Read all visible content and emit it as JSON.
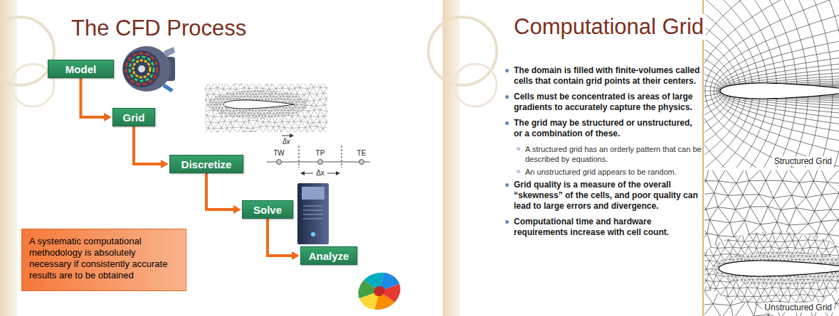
{
  "diagram": {
    "title": "The CFD Process",
    "nodes": [
      {
        "text": [
          "Model"
        ]
      },
      {
        "text": [
          "Grid"
        ]
      },
      {
        "text": [
          "Discretize"
        ]
      },
      {
        "text": [
          "Solve"
        ]
      },
      {
        "text": [
          "Analyze"
        ]
      },
      {
        "text": [
          "A systematic computational methodology is absolutely necessary if consistently accurate results are to be obtained"
        ]
      }
    ],
    "edges": [
      {
        "from": 0,
        "to": 1,
        "arrow": "to"
      },
      {
        "from": 1,
        "to": 2,
        "arrow": "to"
      },
      {
        "from": 2,
        "to": 3,
        "arrow": "to"
      },
      {
        "from": 3,
        "to": 4,
        "arrow": "to"
      }
    ],
    "labels": [
      "δx",
      "TW",
      "TP",
      "TE",
      "Δx",
      "Computational Grid",
      "The domain is filled with finite-volumes called cells that contain grid points at their centers.",
      "Cells must be concentrated is areas of large gradients to accurately capture the physics.",
      "The grid may be structured or unstructured, or a combination of these.",
      "A structured grid has an orderly pattern that can be described by equations.",
      "An unstructured grid appears to be random.",
      "Grid quality is a measure of the overall “skewness” of the cells, and poor quality can lead to large errors and divergence.",
      "Computational time and hardware requirements increase with cell count.",
      "Structured Grid",
      "Unstructured Grid"
    ]
  }
}
